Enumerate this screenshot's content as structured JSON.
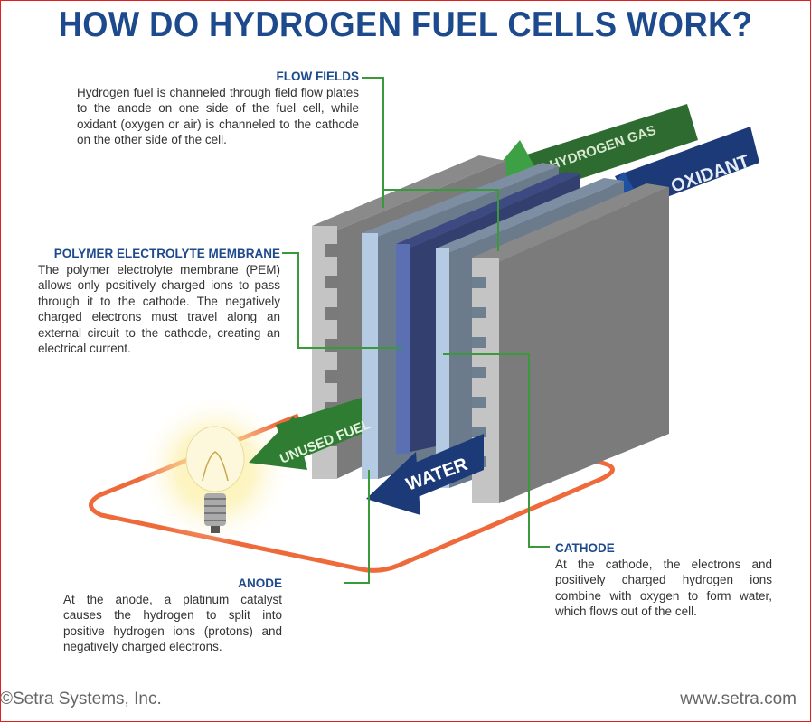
{
  "title": "HOW DO HYDROGEN FUEL CELLS WORK?",
  "sections": {
    "flow_fields": {
      "heading": "FLOW FIELDS",
      "text": "Hydrogen fuel is channeled through field flow plates to the anode on one side of the fuel cell, while oxidant (oxygen or air) is channeled to the cathode on the other side of the cell."
    },
    "pem": {
      "heading": "POLYMER ELECTROLYTE MEMBRANE",
      "text": "The polymer electrolyte membrane (PEM) allows only positively charged ions to pass through it to the cathode. The negatively charged electrons must travel along an external circuit to the cathode, creating an electrical current."
    },
    "anode": {
      "heading": "ANODE",
      "text": "At the anode, a platinum catalyst causes the hydrogen to split into positive hydrogen ions (protons) and negatively charged electrons."
    },
    "cathode": {
      "heading": "CATHODE",
      "text": "At the cathode, the electrons and positively charged hydrogen ions combine with oxygen to form water, which flows out of the cell."
    }
  },
  "arrows": {
    "hydrogen": "HYDROGEN GAS",
    "oxidant": "OXIDANT",
    "unused": "UNUSED FUEL",
    "water": "WATER"
  },
  "footer": {
    "copyright": "©Setra Systems, Inc.",
    "url": "www.setra.com"
  },
  "colors": {
    "title": "#1d4a8c",
    "green": "#2e7d32",
    "navy": "#1c3a78",
    "circuit": "#ee6a3a",
    "callout": "#3a9a3a"
  }
}
